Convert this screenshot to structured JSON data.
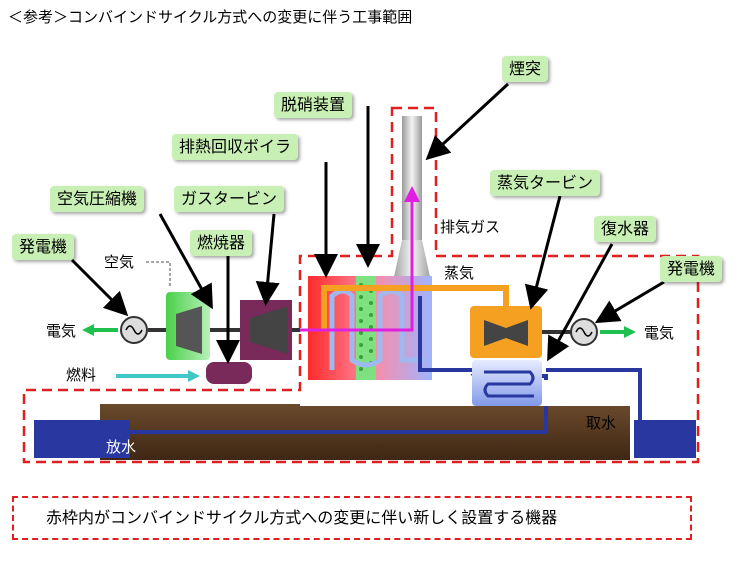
{
  "title": "＜参考＞コンバインドサイクル方式への変更に伴う工事範囲",
  "labels": {
    "stack": "煙突",
    "denox": "脱硝装置",
    "hrsg": "排熱回収ボイラ",
    "compressor": "空気圧縮機",
    "gas_turbine": "ガスタービン",
    "generator_left": "発電機",
    "combustor": "燃焼器",
    "steam_turbine": "蒸気タービン",
    "condenser": "復水器",
    "generator_right": "発電機"
  },
  "flows": {
    "air": "空気",
    "electricity_left": "電気",
    "fuel": "燃料",
    "exhaust": "排気ガス",
    "steam": "蒸気",
    "electricity_right": "電気",
    "water_intake": "取水",
    "water_discharge": "放水"
  },
  "caption": "赤枠内がコンバインドサイクル方式への変更に伴い新しく設置する機器",
  "colors": {
    "label_bg": "#c8f0b4",
    "dashed_boundary": "#e02020",
    "water": "#2838a0",
    "ground": "#5a3a22",
    "exhaust_arrow": "#e020e0",
    "steam_pipe": "#f5a020",
    "electric_arrow": "#20c050",
    "fuel_arrow": "#40c8c8"
  }
}
